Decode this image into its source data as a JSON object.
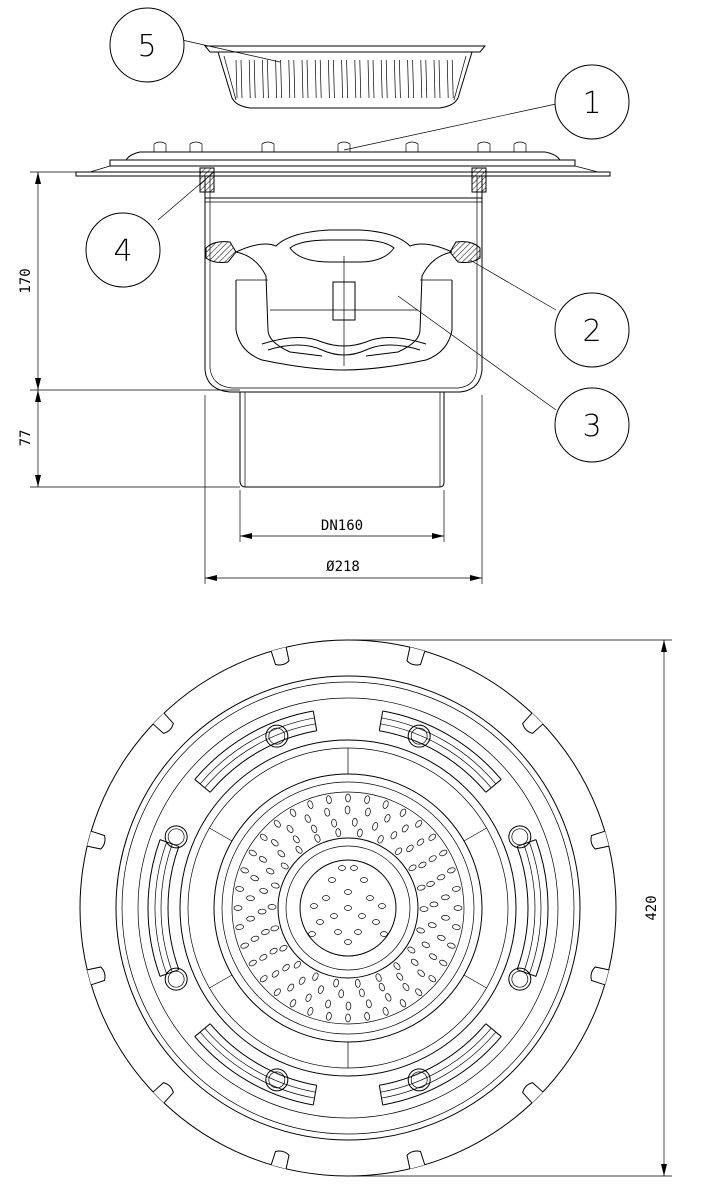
{
  "balloons": [
    {
      "id": "1",
      "label": "1"
    },
    {
      "id": "2",
      "label": "2"
    },
    {
      "id": "3",
      "label": "3"
    },
    {
      "id": "4",
      "label": "4"
    },
    {
      "id": "5",
      "label": "5"
    }
  ],
  "dimensions": {
    "height_upper": "170",
    "height_lower": "77",
    "pipe_dn": "DN160",
    "body_diameter": "Ø218",
    "flange_diameter": "420"
  }
}
